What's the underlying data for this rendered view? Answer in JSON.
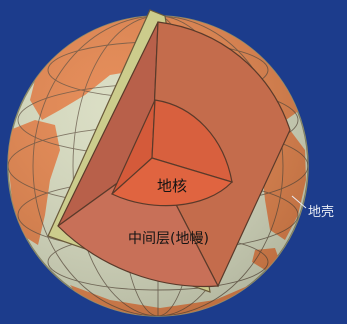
{
  "labels": {
    "core": "地核",
    "mantle": "中间层(地幔)",
    "crust": "地壳"
  },
  "colors": {
    "background": "#1c3c8c",
    "ocean": "#d8dcc0",
    "land": "#e4844c",
    "crust_band": "#cccc8c",
    "mantle_face": "#c46c4c",
    "core_face": "#e06440",
    "grid": "#5a4a3a"
  },
  "icons": {
    "globe": "earth-globe-icon"
  }
}
